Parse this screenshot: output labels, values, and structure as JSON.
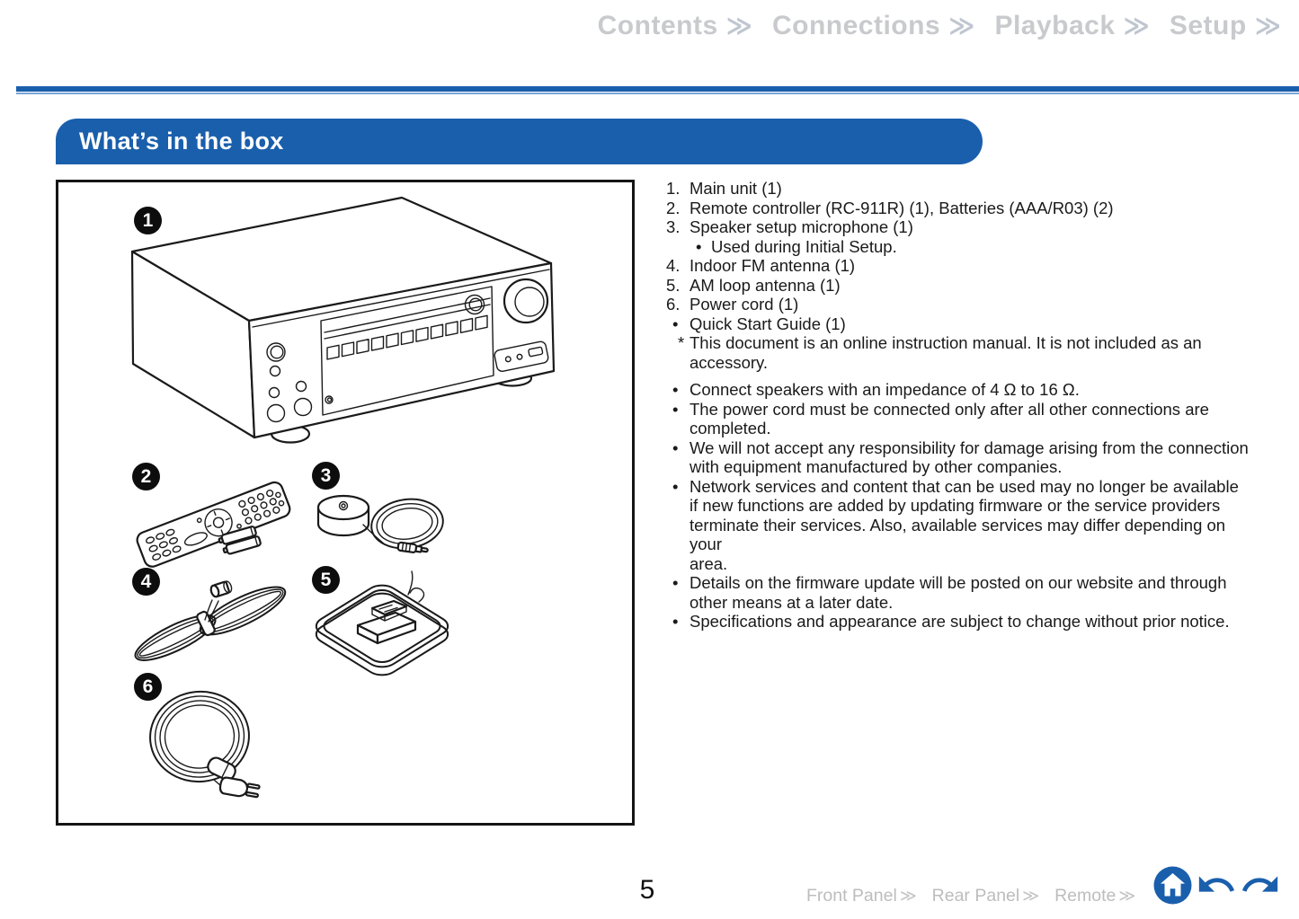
{
  "nav": {
    "chevron": "≫",
    "items": [
      "Contents",
      "Connections",
      "Playback",
      "Setup"
    ]
  },
  "header": {
    "title": "What’s in the box"
  },
  "diagram": {
    "badges": [
      "1",
      "2",
      "3",
      "4",
      "5",
      "6"
    ],
    "items": [
      "main-unit",
      "remote-controller-with-batteries",
      "speaker-setup-microphone",
      "indoor-fm-antenna",
      "am-loop-antenna",
      "power-cord"
    ]
  },
  "packing": [
    {
      "marker": "1.",
      "text": "Main unit (1)"
    },
    {
      "marker": "2.",
      "text": "Remote controller (RC-911R) (1), Batteries (AAA/R03) (2)"
    },
    {
      "marker": "3.",
      "text": "Speaker setup microphone (1)"
    },
    {
      "marker": "•",
      "text": "Used during Initial Setup."
    },
    {
      "marker": "4.",
      "text": "Indoor FM antenna (1)"
    },
    {
      "marker": "5.",
      "text": "AM loop antenna (1)"
    },
    {
      "marker": "6.",
      "text": "Power cord (1)"
    },
    {
      "marker": "•",
      "text": "Quick Start Guide (1)"
    },
    {
      "marker": "*",
      "text": "This document is an online instruction manual. It is not included as an\naccessory."
    }
  ],
  "notes": [
    {
      "marker": "•",
      "text": "Connect speakers with an impedance of 4 Ω to 16 Ω."
    },
    {
      "marker": "•",
      "text": "The power cord must be connected only after all other connections are\ncompleted."
    },
    {
      "marker": "•",
      "text": "We will not accept any responsibility for damage arising from the connection\nwith equipment manufactured by other companies."
    },
    {
      "marker": "•",
      "text": "Network services and content that can be used may no longer be available\nif new functions are added by updating firmware or the service providers\nterminate their services. Also, available services may differ depending on your\narea."
    },
    {
      "marker": "•",
      "text": "Details on the firmware update will be posted on our website and through\nother means at a later date."
    },
    {
      "marker": "•",
      "text": "Specifications and appearance are subject to change without prior notice."
    }
  ],
  "footer": {
    "page_number": "5",
    "chevron": "≫",
    "links": [
      "Front Panel",
      "Rear Panel",
      "Remote"
    ],
    "icons": [
      "home-icon",
      "undo-icon",
      "redo-icon"
    ]
  },
  "colors": {
    "accent_blue": "#1a5fac",
    "rule_light_blue": "#7aa6d6",
    "nav_gray": "#c8cacd",
    "footer_gray": "#bdbdbd",
    "line_art": "#1a1a1a"
  }
}
